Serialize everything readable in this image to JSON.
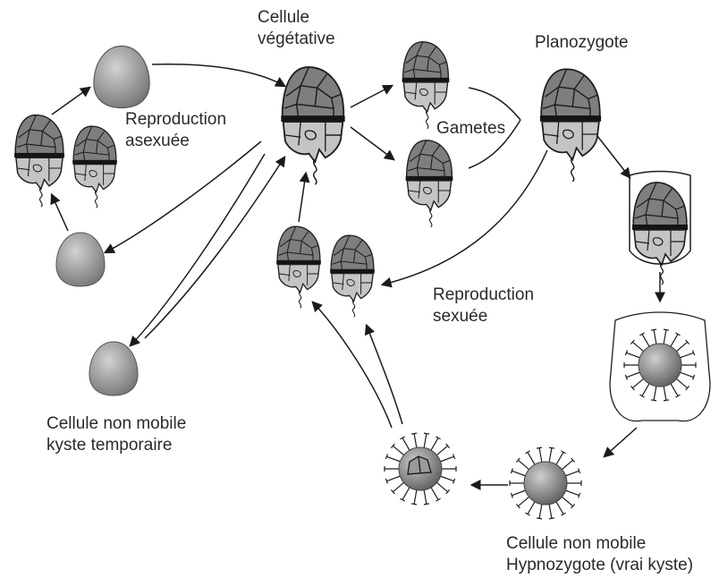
{
  "labels": {
    "vegetative": [
      "Cellule",
      "végétative"
    ],
    "planozygote": "Planozygote",
    "asexual": [
      "Reproduction",
      "asexuée"
    ],
    "gametes": "Gametes",
    "sexual": [
      "Reproduction",
      "sexuée"
    ],
    "temporary_cyst": [
      "Cellule non mobile",
      "kyste temporaire"
    ],
    "hypnozygote": [
      "Cellule non mobile",
      "Hypnozygote (vrai kyste)"
    ]
  },
  "colors": {
    "cell_dark": "#7e7e7e",
    "cell_light": "#c4c4c4",
    "cell_outline": "#1e1e1e",
    "band": "#141414",
    "arrow": "#1a1a1a"
  }
}
